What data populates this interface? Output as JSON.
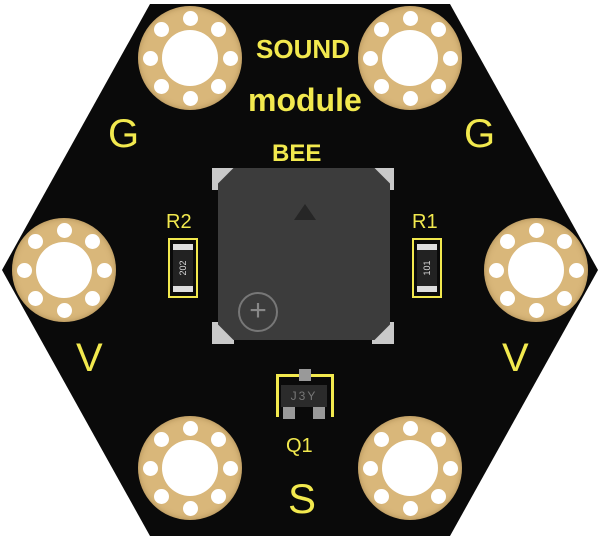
{
  "board": {
    "colors": {
      "pcb": "#0a0a0a",
      "silkscreen": "#f2e94e",
      "pad": "#d9b77a",
      "buzzer": "#3c3c3c"
    },
    "title_line1": "SOUND",
    "title_line2": "module",
    "component_label": "BEE",
    "pin_labels": {
      "top_left": "G",
      "top_right": "G",
      "mid_left": "V",
      "mid_right": "V",
      "bottom": "S"
    },
    "resistors": [
      {
        "ref": "R2",
        "code": "202"
      },
      {
        "ref": "R1",
        "code": "101"
      }
    ],
    "transistor": {
      "ref": "Q1",
      "marking": "J3Y"
    },
    "buzzer_symbol": "+"
  }
}
